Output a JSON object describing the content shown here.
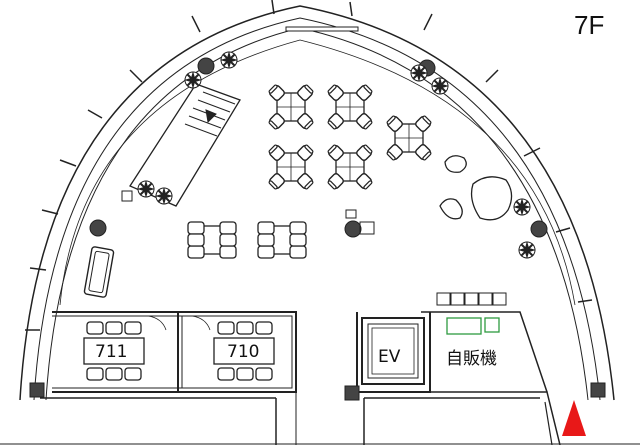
{
  "floor": "7F",
  "rooms": [
    {
      "id": "711",
      "label": "711"
    },
    {
      "id": "710",
      "label": "710"
    }
  ],
  "elevator": {
    "label": "EV"
  },
  "vending": {
    "label": "自販機"
  },
  "colors": {
    "line": "#222222",
    "wall_fill": "#444444",
    "vending_outline": "#2e9a40",
    "entrance_marker": "#e81818",
    "background": "#ffffff"
  }
}
